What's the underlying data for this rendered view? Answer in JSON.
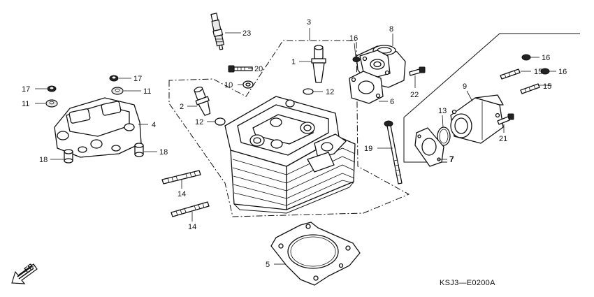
{
  "callouts": {
    "c1": "1",
    "c2": "2",
    "c3": "3",
    "c4": "4",
    "c5": "5",
    "c6": "6",
    "c7": "7",
    "c8": "8",
    "c9": "9",
    "c10": "10",
    "c11a": "11",
    "c11b": "11",
    "c12a": "12",
    "c12b": "12",
    "c13": "13",
    "c14a": "14",
    "c14b": "14",
    "c15a": "15",
    "c15b": "15",
    "c16a": "16",
    "c16b": "16",
    "c16c": "16",
    "c17a": "17",
    "c17b": "17",
    "c18a": "18",
    "c18b": "18",
    "c19": "19",
    "c20": "20",
    "c21": "21",
    "c22": "22",
    "c23": "23"
  },
  "diagram_code": "KSJ3—E0200A",
  "direction_label": "FR."
}
